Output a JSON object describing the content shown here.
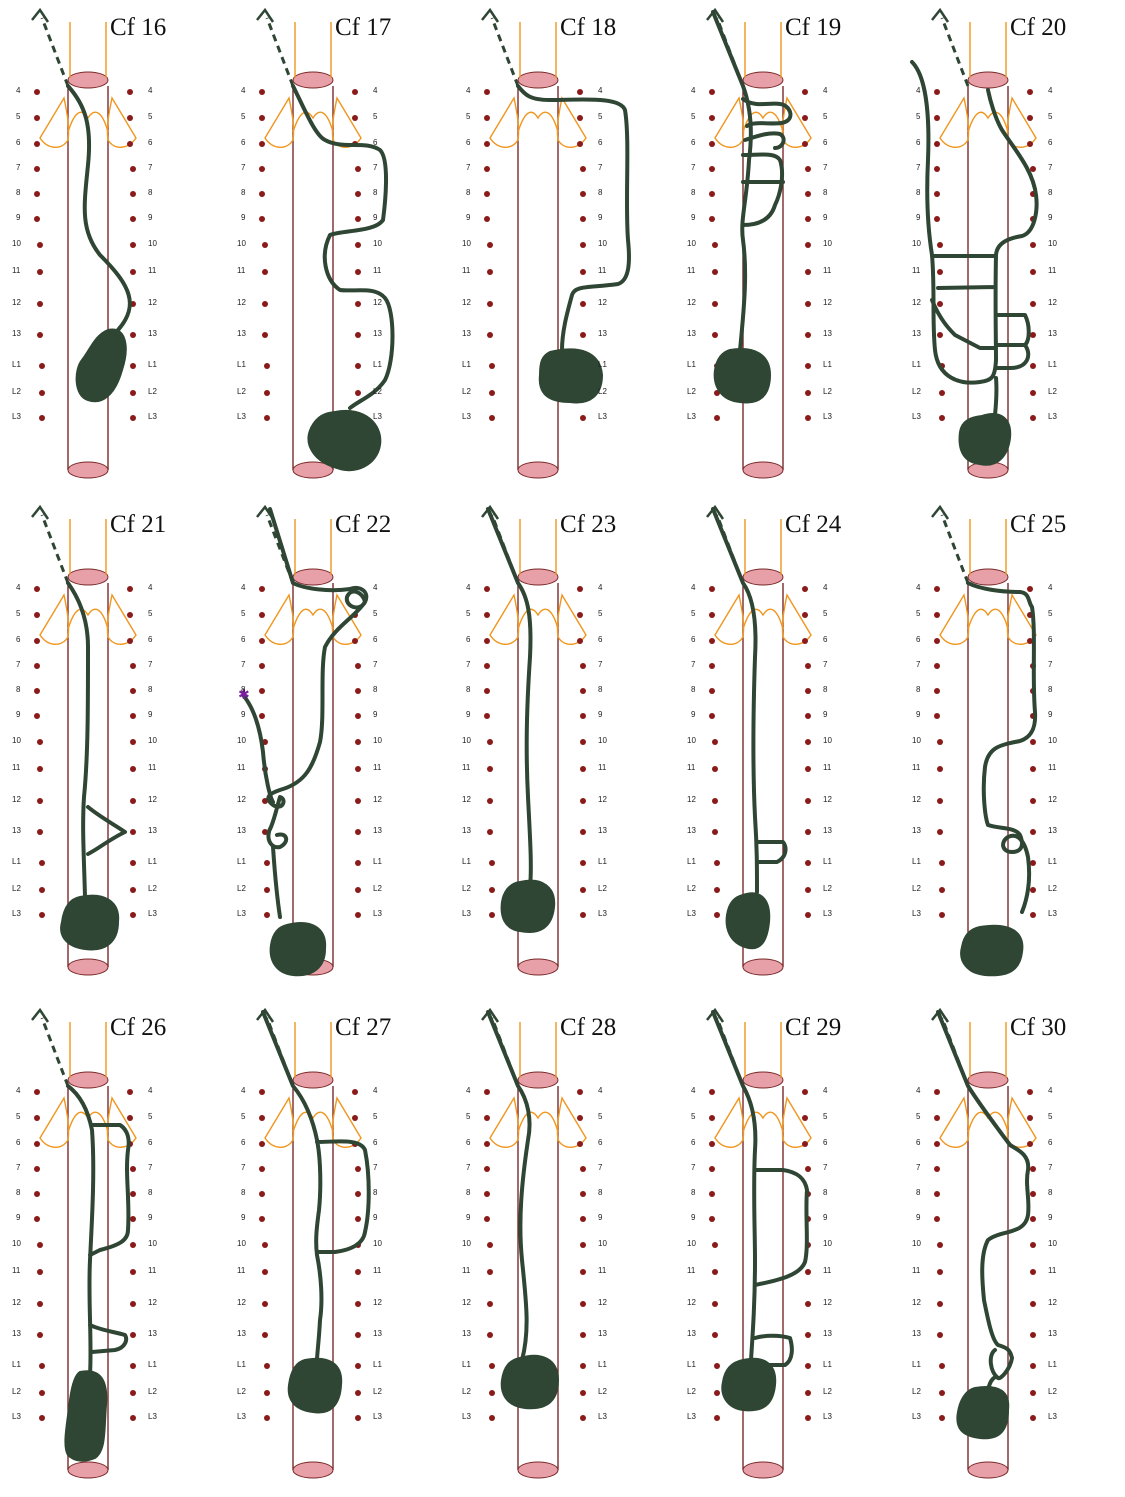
{
  "figure": {
    "rows": 3,
    "columns": 5,
    "panels": [
      {
        "title": "Cf 16"
      },
      {
        "title": "Cf 17"
      },
      {
        "title": "Cf 18"
      },
      {
        "title": "Cf 19"
      },
      {
        "title": "Cf 20"
      },
      {
        "title": "Cf 21"
      },
      {
        "title": "Cf 22"
      },
      {
        "title": "Cf 23"
      },
      {
        "title": "Cf 24"
      },
      {
        "title": "Cf 25"
      },
      {
        "title": "Cf 26"
      },
      {
        "title": "Cf 27"
      },
      {
        "title": "Cf 28"
      },
      {
        "title": "Cf 29"
      },
      {
        "title": "Cf 30"
      }
    ],
    "level_labels": [
      "4",
      "5",
      "6",
      "7",
      "8",
      "9",
      "10",
      "11",
      "12",
      "13",
      "L1",
      "L2",
      "L3"
    ],
    "colors": {
      "nerve_path": "#2e4633",
      "ganglion_dot": "#8b1a1a",
      "cord_outline": "#7a2a2a",
      "cord_cap": "#e8a0a8",
      "roots": "#f0961e",
      "marker_star": "#7a1fa0"
    },
    "icons": {
      "direction": "dashed-arrow-icon",
      "ganglion": "ganglion-dot-icon",
      "origin_mass": "ganglion-mass-icon",
      "marker": "star-marker-icon"
    }
  }
}
